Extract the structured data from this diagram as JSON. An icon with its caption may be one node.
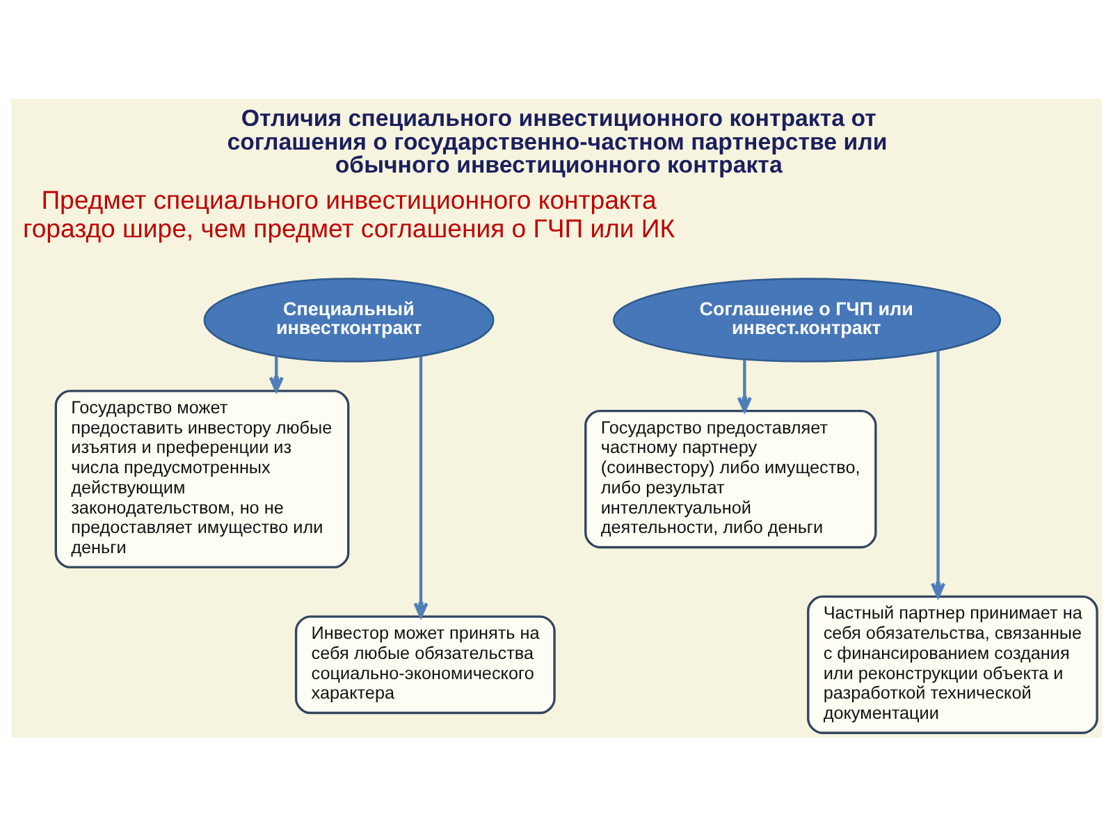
{
  "diagram": {
    "title": "Отличия специального инвестиционного контракта от соглашения о государственно-частном партнерстве или обычного инвестиционного контракта",
    "nodes": [
      {
        "text": [
          "Специальный инвестконтракт"
        ]
      },
      {
        "text": [
          "Соглашение о ГЧП или инвест.контракт"
        ]
      },
      {
        "text": [
          "Государство может предоставить инвестору любые изъятия и преференции из числа предусмотренных действующим законодательством, но не предоставляет имущество или деньги"
        ]
      },
      {
        "text": [
          "Государство предоставляет частному партнеру (соинвестору) либо имущество, либо результат интеллектуальной деятельности, либо деньги"
        ]
      },
      {
        "text": [
          "Инвестор может принять на себя любые обязательства социально-экономического характера"
        ]
      },
      {
        "text": [
          "Частный партнер принимает на себя обязательства, связанные с финансированием создания или реконструкции объекта и разработкой технической документации"
        ]
      }
    ],
    "edges": [
      {
        "from": 0,
        "to": 2,
        "arrow": "to"
      },
      {
        "from": 0,
        "to": 4,
        "arrow": "to"
      },
      {
        "from": 1,
        "to": 3,
        "arrow": "to"
      },
      {
        "from": 1,
        "to": 5,
        "arrow": "to"
      }
    ],
    "labels": [
      "Предмет специального инвестиционного контракта гораздо шире, чем предмет соглашения о ГЧП или ИК"
    ]
  }
}
